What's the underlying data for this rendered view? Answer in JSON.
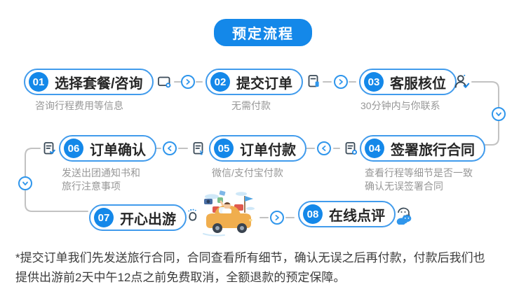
{
  "title": "预定流程",
  "steps": [
    {
      "num": "01",
      "label": "选择套餐/咨询",
      "desc": "咨询行程费用等信息",
      "icon": "chat-window-icon"
    },
    {
      "num": "02",
      "label": "提交订单",
      "desc": "无需付款",
      "icon": "order-doc-icon"
    },
    {
      "num": "03",
      "label": "客服核位",
      "desc": "30分钟内与你联系",
      "icon": "agent-check-icon"
    },
    {
      "num": "04",
      "label": "签署旅行合同",
      "desc": "查看行程等细节是否一致",
      "desc2": "确认无误签署合同",
      "icon": "contract-doc-icon"
    },
    {
      "num": "05",
      "label": "订单付款",
      "desc": "微信/支付宝付款",
      "icon": "payment-doc-icon"
    },
    {
      "num": "06",
      "label": "订单确认",
      "desc": "发送出团通知书和",
      "desc2": "旅行注意事项",
      "icon": "confirm-doc-icon"
    },
    {
      "num": "07",
      "label": "开心出游",
      "icon": "footprint-icon"
    },
    {
      "num": "08",
      "label": "在线点评",
      "icon": "chat-review-icon"
    }
  ],
  "illustration": "travel-car",
  "footnote": {
    "line1": "*提交订单我们先发送旅行合同，合同查看所有细节，确认无误之后再付款，付款后我们也",
    "line2": "提供出游前2天中午12点之前免费取消，全额退款的预定保障。"
  },
  "colors": {
    "primary_blue": "#1488E9",
    "box_border_blue": "#419BEC",
    "arrow_blue": "#2F96EC",
    "connector_gray": "#C2C2C2",
    "label_dark": "#262626",
    "desc_gray": "#979797",
    "footnote_dark": "#3C3C3C",
    "car_yellow": "#F0AE4E",
    "accent_red": "#E05A4E"
  }
}
